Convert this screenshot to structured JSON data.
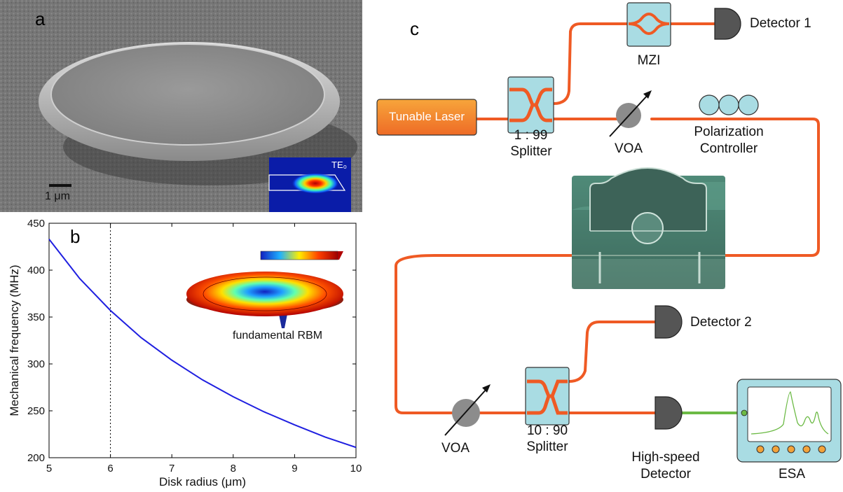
{
  "panel_a": {
    "label": "a",
    "scale_bar": "1 μm",
    "inset_mode": "TE₀"
  },
  "panel_b": {
    "label": "b",
    "inset_caption": "fundamental RBM"
  },
  "panel_c": {
    "label": "c",
    "laser": "Tunable Laser",
    "splitter1_ratio": "1 : 99",
    "splitter1_name": "Splitter",
    "mzi": "MZI",
    "detector1": "Detector 1",
    "voa1": "VOA",
    "polarization_line1": "Polarization",
    "polarization_line2": "Controller",
    "detector2": "Detector 2",
    "voa2": "VOA",
    "splitter2_ratio": "10 : 90",
    "splitter2_name": "Splitter",
    "hs_detector_line1": "High-speed",
    "hs_detector_line2": "Detector",
    "esa": "ESA",
    "colors": {
      "fiber": "#ef5a24",
      "component_fill": "#a9dce3",
      "rf_cable": "#6cba45",
      "detector": "#555555",
      "voa": "#8c8c8c",
      "laser_top": "#f7a53b",
      "laser_bottom": "#ee6b26"
    }
  },
  "chart_data": {
    "type": "line",
    "xlabel": "Disk radius (μm)",
    "ylabel": "Mechanical frequency (MHz)",
    "xlim": [
      5,
      10
    ],
    "ylim": [
      200,
      450
    ],
    "xticks": [
      5,
      6,
      7,
      8,
      9,
      10
    ],
    "yticks": [
      200,
      250,
      300,
      350,
      400,
      450
    ],
    "grid": false,
    "series": [
      {
        "x": [
          5,
          5.5,
          6,
          6.5,
          7,
          7.5,
          8,
          8.5,
          9,
          9.5,
          10
        ],
        "values": [
          433,
          391,
          357,
          328,
          304,
          283,
          265,
          249,
          235,
          222,
          211
        ],
        "color": "#1f1fe0"
      }
    ],
    "marker_line": {
      "x": 6,
      "style": "dotted"
    }
  }
}
